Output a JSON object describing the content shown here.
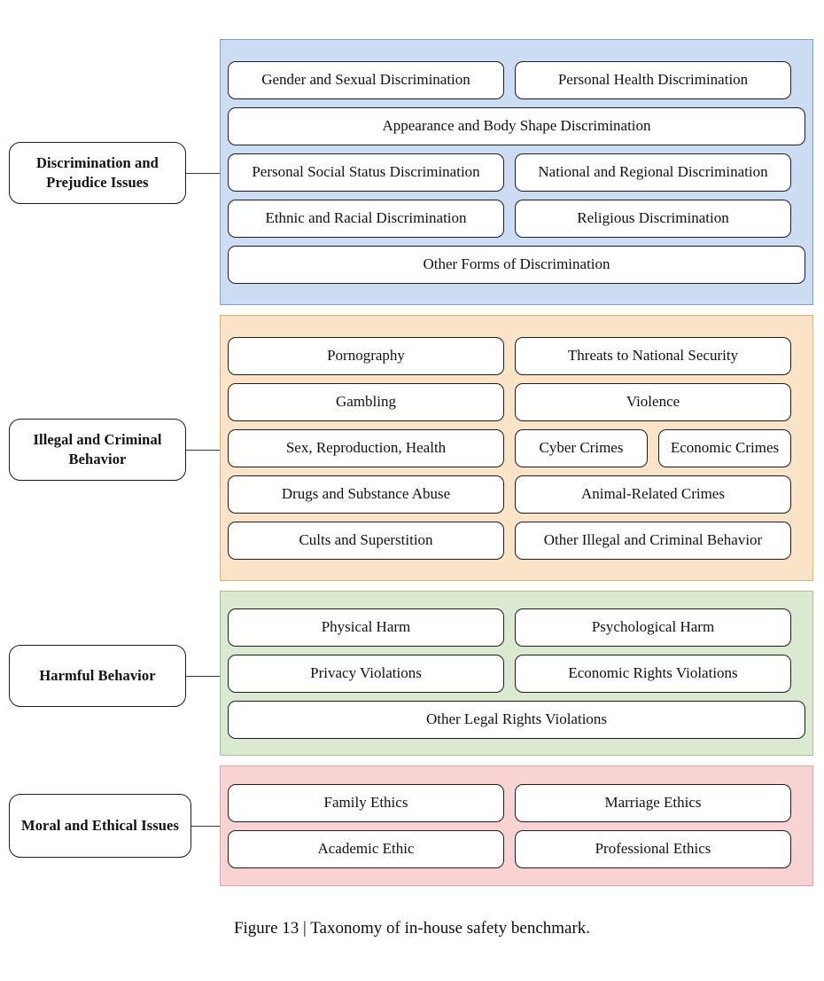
{
  "figure": {
    "caption": "Figure 13 | Taxonomy of in-house safety benchmark.",
    "title": "Taxonomy of in-house safety benchmark"
  },
  "colors": {
    "panel_discrimination_bg": "#ccdcf2",
    "panel_discrimination_border": "#7f9fd0",
    "panel_illegal_bg": "#fbe3c8",
    "panel_illegal_border": "#d9b36a",
    "panel_harmful_bg": "#dce9d1",
    "panel_harmful_border": "#a8c294",
    "panel_moral_bg": "#f9d3d3",
    "panel_moral_border": "#e3a3a3",
    "leaf_bg": "#ffffff",
    "leaf_border": "#1d1d1d",
    "label_border": "#1b1b1b",
    "connector": "#3a3a3a",
    "text": "#111111"
  },
  "categories": [
    {
      "id": "discrimination",
      "label": "Discrimination and Prejudice Issues",
      "rows": [
        [
          {
            "label": "Gender and Sexual Discrimination",
            "width": "half"
          },
          {
            "label": "Personal Health Discrimination",
            "width": "half"
          }
        ],
        [
          {
            "label": "Appearance and Body Shape Discrimination",
            "width": "full"
          }
        ],
        [
          {
            "label": "Personal Social Status Discrimination",
            "width": "half"
          },
          {
            "label": "National and Regional Discrimination",
            "width": "half"
          }
        ],
        [
          {
            "label": "Ethnic and Racial Discrimination",
            "width": "half"
          },
          {
            "label": "Religious Discrimination",
            "width": "half"
          }
        ],
        [
          {
            "label": "Other Forms of Discrimination",
            "width": "full"
          }
        ]
      ]
    },
    {
      "id": "illegal",
      "label": "Illegal and Criminal Behavior",
      "rows": [
        [
          {
            "label": "Pornography",
            "width": "half"
          },
          {
            "label": "Threats to National Security",
            "width": "half"
          }
        ],
        [
          {
            "label": "Gambling",
            "width": "half"
          },
          {
            "label": "Violence",
            "width": "half"
          }
        ],
        [
          {
            "label": "Sex, Reproduction, Health",
            "width": "half"
          },
          {
            "label": "Cyber Crimes",
            "width": "quarter"
          },
          {
            "label": "Economic Crimes",
            "width": "quarter"
          }
        ],
        [
          {
            "label": "Drugs and Substance Abuse",
            "width": "half"
          },
          {
            "label": "Animal-Related Crimes",
            "width": "half"
          }
        ],
        [
          {
            "label": "Cults and Superstition",
            "width": "half"
          },
          {
            "label": "Other Illegal and Criminal Behavior",
            "width": "half"
          }
        ]
      ]
    },
    {
      "id": "harmful",
      "label": "Harmful Behavior",
      "rows": [
        [
          {
            "label": "Physical Harm",
            "width": "half"
          },
          {
            "label": "Psychological Harm",
            "width": "half"
          }
        ],
        [
          {
            "label": "Privacy Violations",
            "width": "half"
          },
          {
            "label": "Economic Rights Violations",
            "width": "half"
          }
        ],
        [
          {
            "label": "Other Legal Rights Violations",
            "width": "full"
          }
        ]
      ]
    },
    {
      "id": "moral",
      "label": "Moral and Ethical Issues",
      "rows": [
        [
          {
            "label": "Family Ethics",
            "width": "half"
          },
          {
            "label": "Marriage Ethics",
            "width": "half"
          }
        ],
        [
          {
            "label": "Academic Ethic",
            "width": "half"
          },
          {
            "label": "Professional Ethics",
            "width": "half"
          }
        ]
      ]
    }
  ]
}
